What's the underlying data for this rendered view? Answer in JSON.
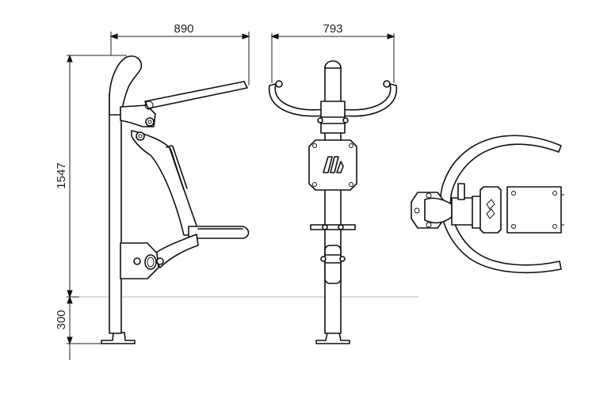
{
  "dimensions": {
    "side_width": "890",
    "front_width": "793",
    "height_above_ground": "1547",
    "embed_depth": "300"
  },
  "colors": {
    "line": "#111111",
    "dimension": "#222222",
    "ground_line": "#b9b9b9",
    "background": "#ffffff"
  },
  "brand_mark": "stylized M logo"
}
